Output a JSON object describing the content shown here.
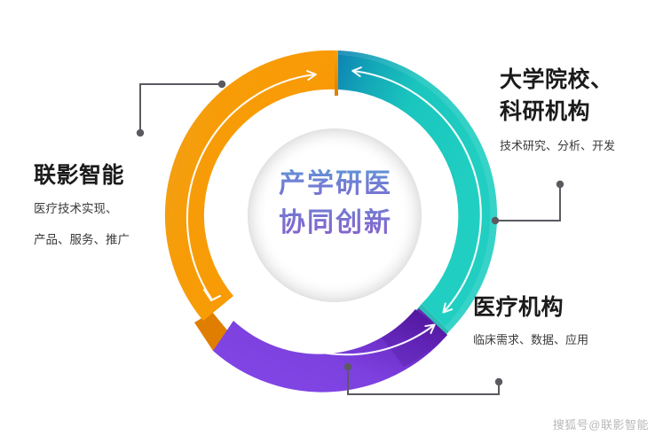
{
  "diagram": {
    "type": "cycle-donut",
    "center": {
      "lines": [
        "产学研医",
        "协同创新"
      ],
      "text_gradient_from": "#5b9bd5",
      "text_gradient_to": "#8a62cc"
    },
    "segments": [
      {
        "id": "orange",
        "name": "联影智能",
        "color": "#F59B0B",
        "color_dark": "#E08200",
        "arrow": "single-clockwise",
        "label_position": "left"
      },
      {
        "id": "teal",
        "name": "大学院校、科研机构",
        "color": "#1CC8BE",
        "color_dark": "#1186AE",
        "arrow": "double-headed",
        "label_position": "top-right"
      },
      {
        "id": "purple",
        "name": "医疗机构",
        "color": "#7C3FE0",
        "color_dark": "#5B1FB0",
        "arrow": "double-headed",
        "label_position": "bottom-right"
      }
    ],
    "connector_color": "#5a5a60"
  },
  "labels": {
    "left": {
      "title": "联影智能",
      "sub_line1": "医疗技术实现、",
      "sub_line2": "产品、服务、推广"
    },
    "top_right": {
      "title_line1": "大学院校、",
      "title_line2": "科研机构",
      "sub_line1": "技术研究、分析、开发"
    },
    "bottom_right": {
      "title": "医疗机构",
      "sub_line1": "临床需求、数据、应用"
    }
  },
  "watermark": {
    "text": "搜狐号@联影智能"
  }
}
